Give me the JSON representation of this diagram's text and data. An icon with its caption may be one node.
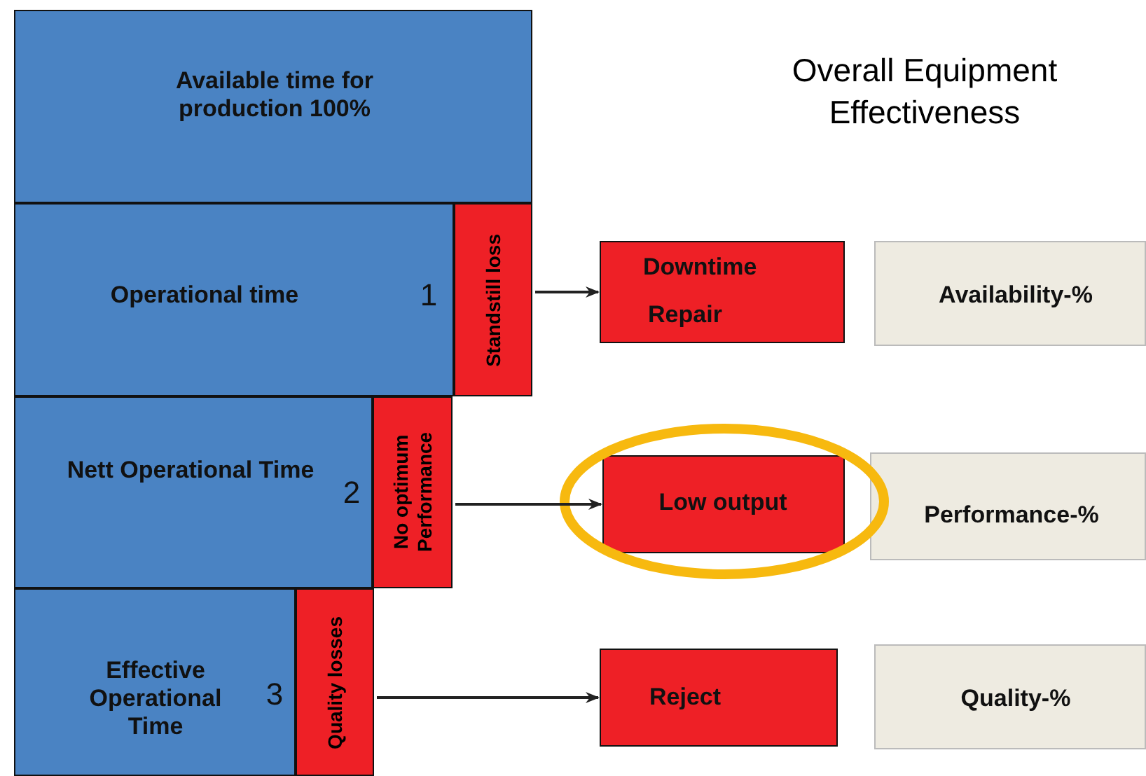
{
  "diagram": {
    "title": "Overall Equipment Effectiveness",
    "nodes": [
      {
        "text": [
          "Available time for production 100%"
        ]
      },
      {
        "text": [
          "Operational time",
          "1"
        ]
      },
      {
        "text": [
          "Standstill loss"
        ]
      },
      {
        "text": [
          "Downtime",
          "Repair"
        ]
      },
      {
        "text": [
          "Availability-%"
        ]
      },
      {
        "text": [
          "Nett Operational Time",
          "2"
        ]
      },
      {
        "text": [
          "No optimum Performance"
        ]
      },
      {
        "text": [
          "Low output"
        ]
      },
      {
        "text": [
          "Performance-%"
        ]
      },
      {
        "text": [
          "Effective Operational Time",
          "3"
        ]
      },
      {
        "text": [
          "Quality losses"
        ]
      },
      {
        "text": [
          "Reject"
        ]
      },
      {
        "text": [
          "Quality-%"
        ]
      }
    ],
    "edges": [
      {
        "from": 2,
        "to": 3,
        "arrow": "to"
      },
      {
        "from": 6,
        "to": 7,
        "arrow": "to"
      },
      {
        "from": 10,
        "to": 11,
        "arrow": "to"
      }
    ]
  }
}
